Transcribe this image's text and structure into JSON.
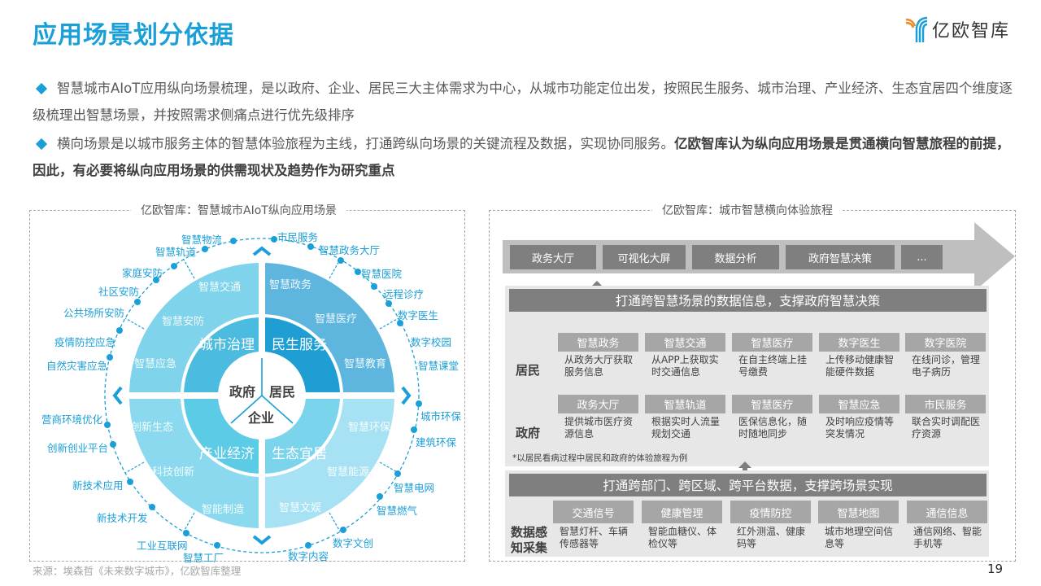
{
  "page": {
    "title": "应用场景划分依据",
    "logo_text": "亿欧智库",
    "page_number": "19",
    "source": "来源：埃森哲《未来数字城市》，亿欧智库整理",
    "colors": {
      "accent": "#1a9fd8",
      "dark_gray": "#7f7f7f",
      "mid_gray": "#a6a6a6",
      "light_gray": "#e7e7e7"
    }
  },
  "bullets": [
    {
      "text": "智慧城市AIoT应用纵向场景梳理，是以政府、企业、居民三大主体需求为中心，从城市功能定位出发，按照民生服务、城市治理、产业经济、生态宜居四个维度逐级梳理出智慧场景，并按照需求侧痛点进行优先级排序",
      "bold": ""
    },
    {
      "text": "横向场景是以城市服务主体的智慧体验旅程为主线，打通跨纵向场景的关键流程及数据，实现协同服务。",
      "bold": "亿欧智库认为纵向应用场景是贯通横向智慧旅程的前提，因此，有必要将纵向应用场景的供需现状及趋势作为研究重点"
    }
  ],
  "left_diagram": {
    "title": "亿欧智库：智慧城市AIoT纵向应用场景",
    "core": [
      "政府",
      "居民",
      "企业"
    ],
    "quadrants": [
      {
        "name": "城市治理",
        "segments": [
          "智慧交通",
          "智慧安防",
          "智慧应急"
        ]
      },
      {
        "name": "民生服务",
        "segments": [
          "智慧政务",
          "智慧医疗",
          "智慧教育"
        ]
      },
      {
        "name": "产业经济",
        "segments": [
          "创新生态",
          "科技创新",
          "智能制造"
        ]
      },
      {
        "name": "生态宜居",
        "segments": [
          "智慧环保",
          "智慧能源",
          "智慧文娱"
        ]
      }
    ],
    "outer_ring": [
      "智慧物流",
      "智慧轨道",
      "家庭安防",
      "社区安防",
      "公共场所安防",
      "疫情防控应急",
      "自然灾害应急",
      "市民服务",
      "智慧政务大厅",
      "智慧医院",
      "远程诊疗",
      "数字医生",
      "数字校园",
      "智慧课堂",
      "营商环境优化",
      "创新创业平台",
      "新技术应用",
      "新技术开发",
      "工业互联网",
      "智慧工厂",
      "城市环保",
      "建筑环保",
      "智慧电网",
      "智慧燃气",
      "数字文创",
      "数字内容"
    ]
  },
  "right_diagram": {
    "title": "亿欧智库：城市智慧横向体验旅程",
    "journey": [
      "政务大厅",
      "可视化大屏",
      "数据分析",
      "政府智慧决策",
      "..."
    ],
    "band_top": "打通跨智慧场景的数据信息，支撑政府智慧决策",
    "band_bottom": "打通跨部门、跨区域、跨平台数据，支撑跨场景实现",
    "rows": [
      {
        "label": "居民",
        "cards": [
          {
            "head": "智慧政务",
            "body": "从政务大厅获取服务信息"
          },
          {
            "head": "智慧交通",
            "body": "从APP上获取实时交通信息"
          },
          {
            "head": "智慧医疗",
            "body": "在自主终端上挂号缴费"
          },
          {
            "head": "数字医生",
            "body": "上传移动健康智能硬件数据"
          },
          {
            "head": "数字医院",
            "body": "在线问诊，管理电子病历"
          }
        ]
      },
      {
        "label": "政府",
        "cards": [
          {
            "head": "政务大厅",
            "body": "提供城市医疗资源信息"
          },
          {
            "head": "智慧轨道",
            "body": "根据实时人流量规划交通"
          },
          {
            "head": "智慧医疗",
            "body": "医保信息化，随时随地同步"
          },
          {
            "head": "智慧应急",
            "body": "及时响应疫情等突发情况"
          },
          {
            "head": "市民服务",
            "body": "联合实时调配医疗资源"
          }
        ]
      }
    ],
    "note": "*以居民看病过程中居民和政府的体验旅程为例",
    "data_row": {
      "label": "数据感知采集",
      "cards": [
        {
          "head": "交通信号",
          "body": "智慧灯杆、车辆传感器等"
        },
        {
          "head": "健康管理",
          "body": "智能血糖仪、体检仪等"
        },
        {
          "head": "疫情防控",
          "body": "红外测温、健康码等"
        },
        {
          "head": "智慧地图",
          "body": "城市地理空间信息等"
        },
        {
          "head": "通信信息",
          "body": "通信网络、智能手机等"
        }
      ]
    }
  }
}
